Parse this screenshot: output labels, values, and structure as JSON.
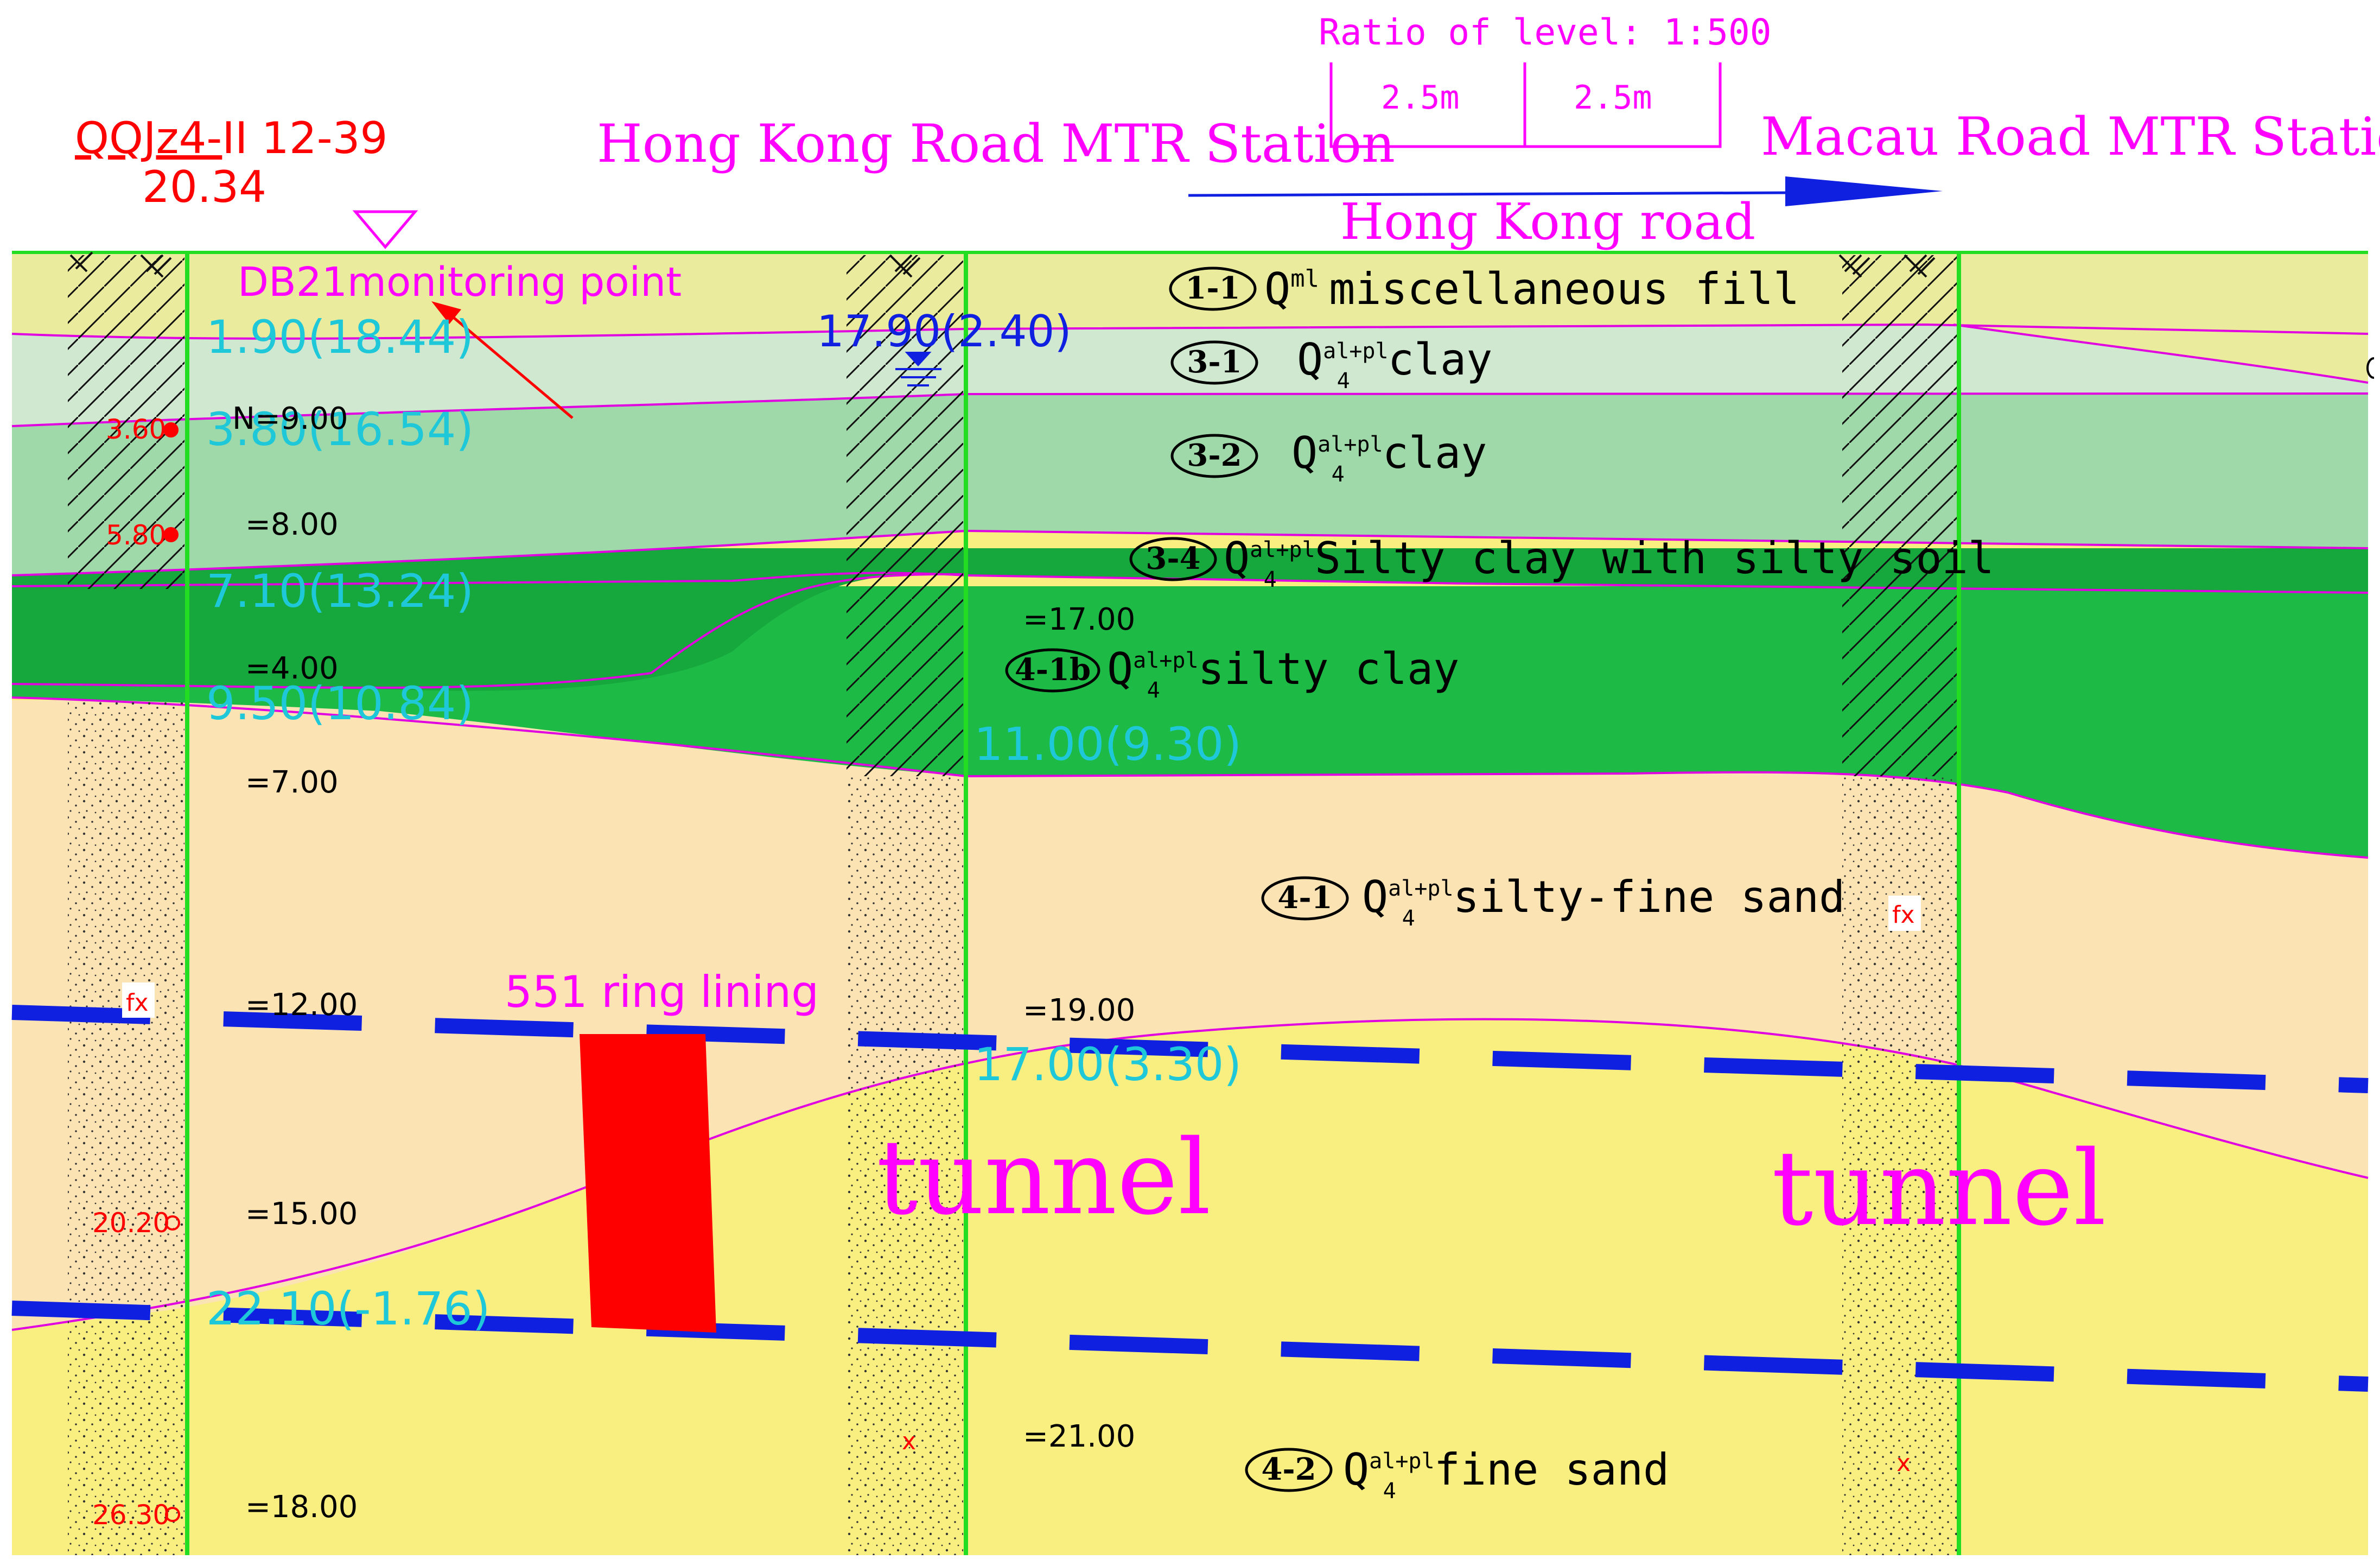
{
  "header": {
    "scale_label": "Ratio of level: 1:500",
    "scale_seg_1": "2.5m",
    "scale_seg_2": "2.5m",
    "station_left": "Hong Kong Road MTR Station",
    "station_right": "Macau Road MTR Station",
    "road_label": "Hong Kong road",
    "borehole_id_prefix": "QQJz4-",
    "borehole_id_suffix": "II 12-39",
    "borehole_elevation": "20.34"
  },
  "monitoring_point": {
    "label": "DB21monitoring point"
  },
  "water_level": {
    "label": "17.90(2.40)"
  },
  "ring_lining": {
    "label": "551 ring lining"
  },
  "tunnel_labels": [
    "tunnel",
    "tunnel"
  ],
  "layers": [
    {
      "code": "1-1",
      "q_base": "Q",
      "q_sup": "ml",
      "q_sub": "",
      "name": "miscellaneous fill"
    },
    {
      "code": "3-1",
      "q_base": "Q",
      "q_sup": "al+pl",
      "q_sub": "4",
      "name": "clay"
    },
    {
      "code": "3-2",
      "q_base": "Q",
      "q_sup": "al+pl",
      "q_sub": "4",
      "name": "clay"
    },
    {
      "code": "3-4",
      "q_base": "Q",
      "q_sup": "al+pl",
      "q_sub": "4",
      "name": "Silty clay with silty soil"
    },
    {
      "code": "4-1b",
      "q_base": "Q",
      "q_sup": "al+pl",
      "q_sub": "4",
      "name": "silty clay"
    },
    {
      "code": "4-1",
      "q_base": "Q",
      "q_sup": "al+pl",
      "q_sub": "4",
      "name": "silty-fine sand"
    },
    {
      "code": "4-2",
      "q_base": "Q",
      "q_sup": "al+pl",
      "q_sub": "4",
      "name": "fine sand"
    }
  ],
  "depth_labels_left": [
    "1.90(18.44)",
    "3.80(16.54)",
    "7.10(13.24)",
    "9.50(10.84)",
    "22.10(-1.76)"
  ],
  "depth_labels_mid": [
    "11.00(9.30)",
    "17.00(3.30)"
  ],
  "spt_values_left": [
    "N=9.00",
    "=8.00",
    "=4.00",
    "=7.00",
    "=12.00",
    "=15.00",
    "=18.00"
  ],
  "spt_values_mid": [
    "=17.00",
    "=19.00",
    "=21.00"
  ],
  "red_depths": [
    "3.60",
    "5.80",
    "20.20",
    "26.30"
  ],
  "markers": [
    "fx",
    "fx",
    "x",
    "x"
  ],
  "colors": {
    "fill_layer": "#eaeb9c",
    "clay_31": "#cfe8cf",
    "clay_32": "#9fd9a9",
    "silty_34": "#16a83c",
    "silty_41b": "#1dbb46",
    "sand_41": "#fbe3b4",
    "sand_42": "#f8ef80",
    "magenta": "#ff00ff",
    "boundary": "#e000e0",
    "cyan": "#1ec8d8",
    "blue": "#1020e0",
    "red": "#ff0000",
    "green_line": "#22dd22"
  }
}
